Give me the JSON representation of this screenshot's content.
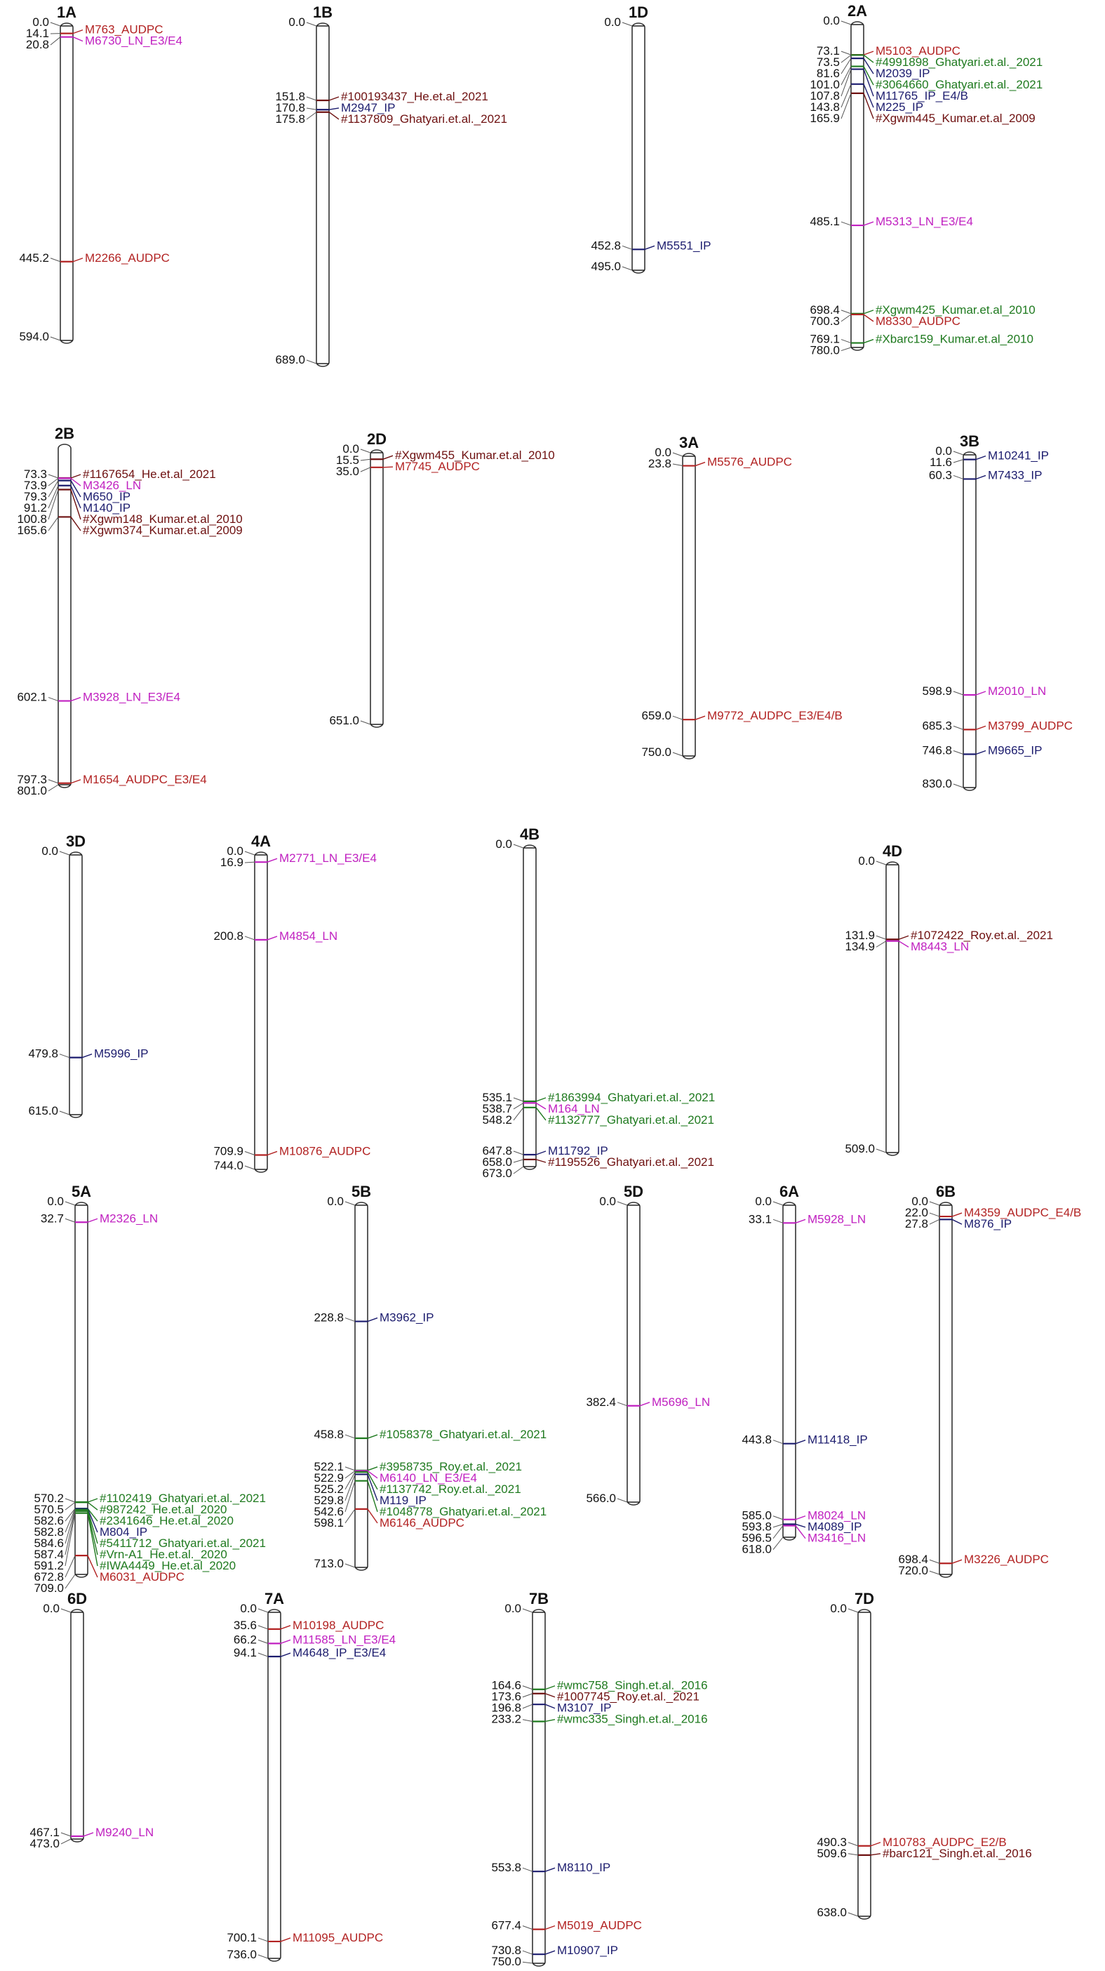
{
  "colors": {
    "AUDPC": "#b22222",
    "LN": "#c020c0",
    "IP": "#1c1c6e",
    "green": "#1f7a1f",
    "darkred": "#6e1010"
  },
  "chromosomes": [
    {
      "name": "1A",
      "length": 594.0,
      "markers": [
        {
          "pos": "0.0",
          "label": "",
          "cat": "none"
        },
        {
          "pos": "14.1",
          "label": "M763_AUDPC",
          "cat": "AUDPC"
        },
        {
          "pos": "20.8",
          "label": "M6730_LN_E3/E4",
          "cat": "LN"
        },
        {
          "pos": "445.2",
          "label": "M2266_AUDPC",
          "cat": "AUDPC"
        },
        {
          "pos": "594.0",
          "label": "",
          "cat": "none"
        }
      ]
    },
    {
      "name": "1B",
      "length": 689.0,
      "markers": [
        {
          "pos": "0.0",
          "label": "",
          "cat": "none"
        },
        {
          "pos": "151.8",
          "label": "#100193437_He.et.al_2021",
          "cat": "darkred"
        },
        {
          "pos": "170.8",
          "label": "M2947_IP",
          "cat": "IP"
        },
        {
          "pos": "175.8",
          "label": "#1137809_Ghatyari.et.al._2021",
          "cat": "darkred"
        },
        {
          "pos": "689.0",
          "label": "",
          "cat": "none"
        }
      ]
    },
    {
      "name": "1D",
      "length": 495.0,
      "markers": [
        {
          "pos": "0.0",
          "label": "",
          "cat": "none"
        },
        {
          "pos": "452.8",
          "label": "M5551_IP",
          "cat": "IP"
        },
        {
          "pos": "495.0",
          "label": "",
          "cat": "none"
        }
      ]
    },
    {
      "name": "2A",
      "length": 780.0,
      "markers": [
        {
          "pos": "0.0",
          "label": "",
          "cat": "none"
        },
        {
          "pos": "73.1",
          "label": "M5103_AUDPC",
          "cat": "AUDPC"
        },
        {
          "pos": "73.5",
          "label": "#4991898_Ghatyari.et.al._2021",
          "cat": "green"
        },
        {
          "pos": "81.6",
          "label": "M2039_IP",
          "cat": "IP"
        },
        {
          "pos": "101.0",
          "label": "#3064660_Ghatyari.et.al._2021",
          "cat": "green"
        },
        {
          "pos": "107.8",
          "label": "M11765_IP_E4/B",
          "cat": "IP"
        },
        {
          "pos": "143.8",
          "label": "M225_IP",
          "cat": "IP"
        },
        {
          "pos": "165.9",
          "label": "#Xgwm445_Kumar.et.al_2009",
          "cat": "darkred"
        },
        {
          "pos": "485.1",
          "label": "M5313_LN_E3/E4",
          "cat": "LN"
        },
        {
          "pos": "698.4",
          "label": "#Xgwm425_Kumar.et.al_2010",
          "cat": "green"
        },
        {
          "pos": "700.3",
          "label": "M8330_AUDPC",
          "cat": "AUDPC"
        },
        {
          "pos": "769.1",
          "label": "#Xbarc159_Kumar.et.al_2010",
          "cat": "green"
        },
        {
          "pos": "780.0",
          "label": "",
          "cat": "none"
        }
      ]
    },
    {
      "name": "2B",
      "length": 801.0,
      "markers": [
        {
          "pos": "73.3",
          "label": "#1167654_He.et.al_2021",
          "cat": "darkred"
        },
        {
          "pos": "73.9",
          "label": "M3426_LN",
          "cat": "LN"
        },
        {
          "pos": "79.3",
          "label": "M650_IP",
          "cat": "IP"
        },
        {
          "pos": "91.2",
          "label": "M140_IP",
          "cat": "IP"
        },
        {
          "pos": "100.8",
          "label": "#Xgwm148_Kumar.et.al_2010",
          "cat": "darkred"
        },
        {
          "pos": "165.6",
          "label": "#Xgwm374_Kumar.et.al_2009",
          "cat": "darkred"
        },
        {
          "pos": "602.1",
          "label": "M3928_LN_E3/E4",
          "cat": "LN"
        },
        {
          "pos": "797.3",
          "label": "M1654_AUDPC_E3/E4",
          "cat": "AUDPC"
        },
        {
          "pos": "801.0",
          "label": "",
          "cat": "none"
        }
      ]
    },
    {
      "name": "2D",
      "length": 651.0,
      "markers": [
        {
          "pos": "0.0",
          "label": "",
          "cat": "none"
        },
        {
          "pos": "15.5",
          "label": "#Xgwm455_Kumar.et.al_2010",
          "cat": "darkred"
        },
        {
          "pos": "35.0",
          "label": "M7745_AUDPC",
          "cat": "AUDPC"
        },
        {
          "pos": "651.0",
          "label": "",
          "cat": "none"
        }
      ]
    },
    {
      "name": "3A",
      "length": 750.0,
      "markers": [
        {
          "pos": "0.0",
          "label": "",
          "cat": "none"
        },
        {
          "pos": "23.8",
          "label": "M5576_AUDPC",
          "cat": "AUDPC"
        },
        {
          "pos": "659.0",
          "label": "M9772_AUDPC_E3/E4/B",
          "cat": "AUDPC"
        },
        {
          "pos": "750.0",
          "label": "",
          "cat": "none"
        }
      ]
    },
    {
      "name": "3B",
      "length": 830.0,
      "markers": [
        {
          "pos": "0.0",
          "label": "",
          "cat": "none"
        },
        {
          "pos": "11.6",
          "label": "M10241_IP",
          "cat": "IP"
        },
        {
          "pos": "60.3",
          "label": "M7433_IP",
          "cat": "IP"
        },
        {
          "pos": "598.9",
          "label": "M2010_LN",
          "cat": "LN"
        },
        {
          "pos": "685.3",
          "label": "M3799_AUDPC",
          "cat": "AUDPC"
        },
        {
          "pos": "746.8",
          "label": "M9665_IP",
          "cat": "IP"
        },
        {
          "pos": "830.0",
          "label": "",
          "cat": "none"
        }
      ]
    },
    {
      "name": "3D",
      "length": 615.0,
      "markers": [
        {
          "pos": "0.0",
          "label": "",
          "cat": "none"
        },
        {
          "pos": "479.8",
          "label": "M5996_IP",
          "cat": "IP"
        },
        {
          "pos": "615.0",
          "label": "",
          "cat": "none"
        }
      ]
    },
    {
      "name": "4A",
      "length": 744.0,
      "markers": [
        {
          "pos": "0.0",
          "label": "",
          "cat": "none"
        },
        {
          "pos": "16.9",
          "label": "M2771_LN_E3/E4",
          "cat": "LN"
        },
        {
          "pos": "200.8",
          "label": "M4854_LN",
          "cat": "LN"
        },
        {
          "pos": "709.9",
          "label": "M10876_AUDPC",
          "cat": "AUDPC"
        },
        {
          "pos": "744.0",
          "label": "",
          "cat": "none"
        }
      ]
    },
    {
      "name": "4B",
      "length": 673.0,
      "markers": [
        {
          "pos": "0.0",
          "label": "",
          "cat": "none"
        },
        {
          "pos": "535.1",
          "label": "#1863994_Ghatyari.et.al._2021",
          "cat": "green"
        },
        {
          "pos": "538.7",
          "label": "M164_LN",
          "cat": "LN"
        },
        {
          "pos": "548.2",
          "label": "#1132777_Ghatyari.et.al._2021",
          "cat": "green"
        },
        {
          "pos": "647.8",
          "label": "M11792_IP",
          "cat": "IP"
        },
        {
          "pos": "658.0",
          "label": "#1195526_Ghatyari.et.al._2021",
          "cat": "darkred"
        },
        {
          "pos": "673.0",
          "label": "",
          "cat": "none"
        }
      ]
    },
    {
      "name": "4D",
      "length": 509.0,
      "markers": [
        {
          "pos": "0.0",
          "label": "",
          "cat": "none"
        },
        {
          "pos": "131.9",
          "label": "#1072422_Roy.et.al._2021",
          "cat": "darkred"
        },
        {
          "pos": "134.9",
          "label": "M8443_LN",
          "cat": "LN"
        },
        {
          "pos": "509.0",
          "label": "",
          "cat": "none"
        }
      ]
    },
    {
      "name": "5A",
      "length": 709.0,
      "markers": [
        {
          "pos": "0.0",
          "label": "",
          "cat": "none"
        },
        {
          "pos": "32.7",
          "label": "M2326_LN",
          "cat": "LN"
        },
        {
          "pos": "570.2",
          "label": "#1102419_Ghatyari.et.al._2021",
          "cat": "green"
        },
        {
          "pos": "570.5",
          "label": "#987242_He.et.al_2020",
          "cat": "green"
        },
        {
          "pos": "582.6",
          "label": "#2341646_He.et.al_2020",
          "cat": "green"
        },
        {
          "pos": "582.8",
          "label": "M804_IP",
          "cat": "IP"
        },
        {
          "pos": "584.6",
          "label": "#5411712_Ghatyari.et.al._2021",
          "cat": "green"
        },
        {
          "pos": "587.4",
          "label": "#Vrn-A1_He.et.al._2020",
          "cat": "green"
        },
        {
          "pos": "591.2",
          "label": "#IWA4449_He.et.al_2020",
          "cat": "green"
        },
        {
          "pos": "672.8",
          "label": "M6031_AUDPC",
          "cat": "AUDPC"
        },
        {
          "pos": "709.0",
          "label": "",
          "cat": "none"
        }
      ]
    },
    {
      "name": "5B",
      "length": 713.0,
      "markers": [
        {
          "pos": "0.0",
          "label": "",
          "cat": "none"
        },
        {
          "pos": "228.8",
          "label": "M3962_IP",
          "cat": "IP"
        },
        {
          "pos": "458.8",
          "label": "#1058378_Ghatyari.et.al._2021",
          "cat": "green"
        },
        {
          "pos": "522.1",
          "label": "#3958735_Roy.et.al._2021",
          "cat": "green"
        },
        {
          "pos": "522.9",
          "label": "M6140_LN_E3/E4",
          "cat": "LN"
        },
        {
          "pos": "525.2",
          "label": "#1137742_Roy.et.al._2021",
          "cat": "green"
        },
        {
          "pos": "529.8",
          "label": "M119_IP",
          "cat": "IP"
        },
        {
          "pos": "542.6",
          "label": "#1048778_Ghatyari.et.al._2021",
          "cat": "green"
        },
        {
          "pos": "598.1",
          "label": "M6146_AUDPC",
          "cat": "AUDPC"
        },
        {
          "pos": "713.0",
          "label": "",
          "cat": "none"
        }
      ]
    },
    {
      "name": "5D",
      "length": 566.0,
      "markers": [
        {
          "pos": "0.0",
          "label": "",
          "cat": "none"
        },
        {
          "pos": "382.4",
          "label": "M5696_LN",
          "cat": "LN"
        },
        {
          "pos": "566.0",
          "label": "",
          "cat": "none"
        }
      ]
    },
    {
      "name": "6A",
      "length": 618.0,
      "markers": [
        {
          "pos": "0.0",
          "label": "",
          "cat": "none"
        },
        {
          "pos": "33.1",
          "label": "M5928_LN",
          "cat": "LN"
        },
        {
          "pos": "443.8",
          "label": "M11418_IP",
          "cat": "IP"
        },
        {
          "pos": "585.0",
          "label": "M8024_LN",
          "cat": "LN"
        },
        {
          "pos": "593.8",
          "label": "M4089_IP",
          "cat": "IP"
        },
        {
          "pos": "596.5",
          "label": "M3416_LN",
          "cat": "LN"
        },
        {
          "pos": "618.0",
          "label": "",
          "cat": "none"
        }
      ]
    },
    {
      "name": "6B",
      "length": 720.0,
      "markers": [
        {
          "pos": "0.0",
          "label": "",
          "cat": "none"
        },
        {
          "pos": "22.0",
          "label": "M4359_AUDPC_E4/B",
          "cat": "AUDPC"
        },
        {
          "pos": "27.8",
          "label": "M876_IP",
          "cat": "IP"
        },
        {
          "pos": "698.4",
          "label": "M3226_AUDPC",
          "cat": "AUDPC"
        },
        {
          "pos": "720.0",
          "label": "",
          "cat": "none"
        }
      ]
    },
    {
      "name": "6D",
      "length": 473.0,
      "markers": [
        {
          "pos": "0.0",
          "label": "",
          "cat": "none"
        },
        {
          "pos": "467.1",
          "label": "M9240_LN",
          "cat": "LN"
        },
        {
          "pos": "473.0",
          "label": "",
          "cat": "none"
        }
      ]
    },
    {
      "name": "7A",
      "length": 736.0,
      "markers": [
        {
          "pos": "0.0",
          "label": "",
          "cat": "none"
        },
        {
          "pos": "35.6",
          "label": "M10198_AUDPC",
          "cat": "AUDPC"
        },
        {
          "pos": "66.2",
          "label": "M11585_LN_E3/E4",
          "cat": "LN"
        },
        {
          "pos": "94.1",
          "label": "M4648_IP_E3/E4",
          "cat": "IP"
        },
        {
          "pos": "700.1",
          "label": "M11095_AUDPC",
          "cat": "AUDPC"
        },
        {
          "pos": "736.0",
          "label": "",
          "cat": "none"
        }
      ]
    },
    {
      "name": "7B",
      "length": 750.0,
      "markers": [
        {
          "pos": "0.0",
          "label": "",
          "cat": "none"
        },
        {
          "pos": "164.6",
          "label": "#wmc758_Singh.et.al._2016",
          "cat": "green"
        },
        {
          "pos": "173.6",
          "label": "#1007745_Roy.et.al._2021",
          "cat": "darkred"
        },
        {
          "pos": "196.8",
          "label": "M3107_IP",
          "cat": "IP"
        },
        {
          "pos": "233.2",
          "label": "#wmc335_Singh.et.al._2016",
          "cat": "green"
        },
        {
          "pos": "553.8",
          "label": "M8110_IP",
          "cat": "IP"
        },
        {
          "pos": "677.4",
          "label": "M5019_AUDPC",
          "cat": "AUDPC"
        },
        {
          "pos": "730.8",
          "label": "M10907_IP",
          "cat": "IP"
        },
        {
          "pos": "750.0",
          "label": "",
          "cat": "none"
        }
      ]
    },
    {
      "name": "7D",
      "length": 638.0,
      "markers": [
        {
          "pos": "0.0",
          "label": "",
          "cat": "none"
        },
        {
          "pos": "490.3",
          "label": "M10783_AUDPC_E2/B",
          "cat": "AUDPC"
        },
        {
          "pos": "509.6",
          "label": "#barc121_Singh.et.al._2016",
          "cat": "darkred"
        },
        {
          "pos": "638.0",
          "label": "",
          "cat": "none"
        }
      ]
    }
  ]
}
